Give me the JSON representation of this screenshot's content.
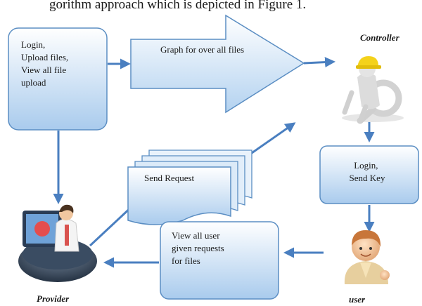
{
  "caption_fragment": "gorithm approach which is depicted in Figure 1.",
  "box_provider_actions": [
    "Login,",
    "Upload files,",
    "View all  file",
    "upload"
  ],
  "arrow_graph_label": "Graph for over all files",
  "send_request_label": "Send Request",
  "box_login_send_key": [
    "Login,",
    "Send Key"
  ],
  "box_view_requests": [
    "View all user",
    "given requests",
    "for files"
  ],
  "actors": {
    "controller": "Controller",
    "provider": "Provider",
    "user": "user"
  },
  "colors": {
    "box_top": "#ffffff",
    "box_bottom": "#a9cbed",
    "box_stroke": "#5b8ec3",
    "arrow": "#4a7fc0"
  },
  "icons": [
    "controller-figure-icon",
    "provider-doctor-icon",
    "user-avatar-icon"
  ]
}
